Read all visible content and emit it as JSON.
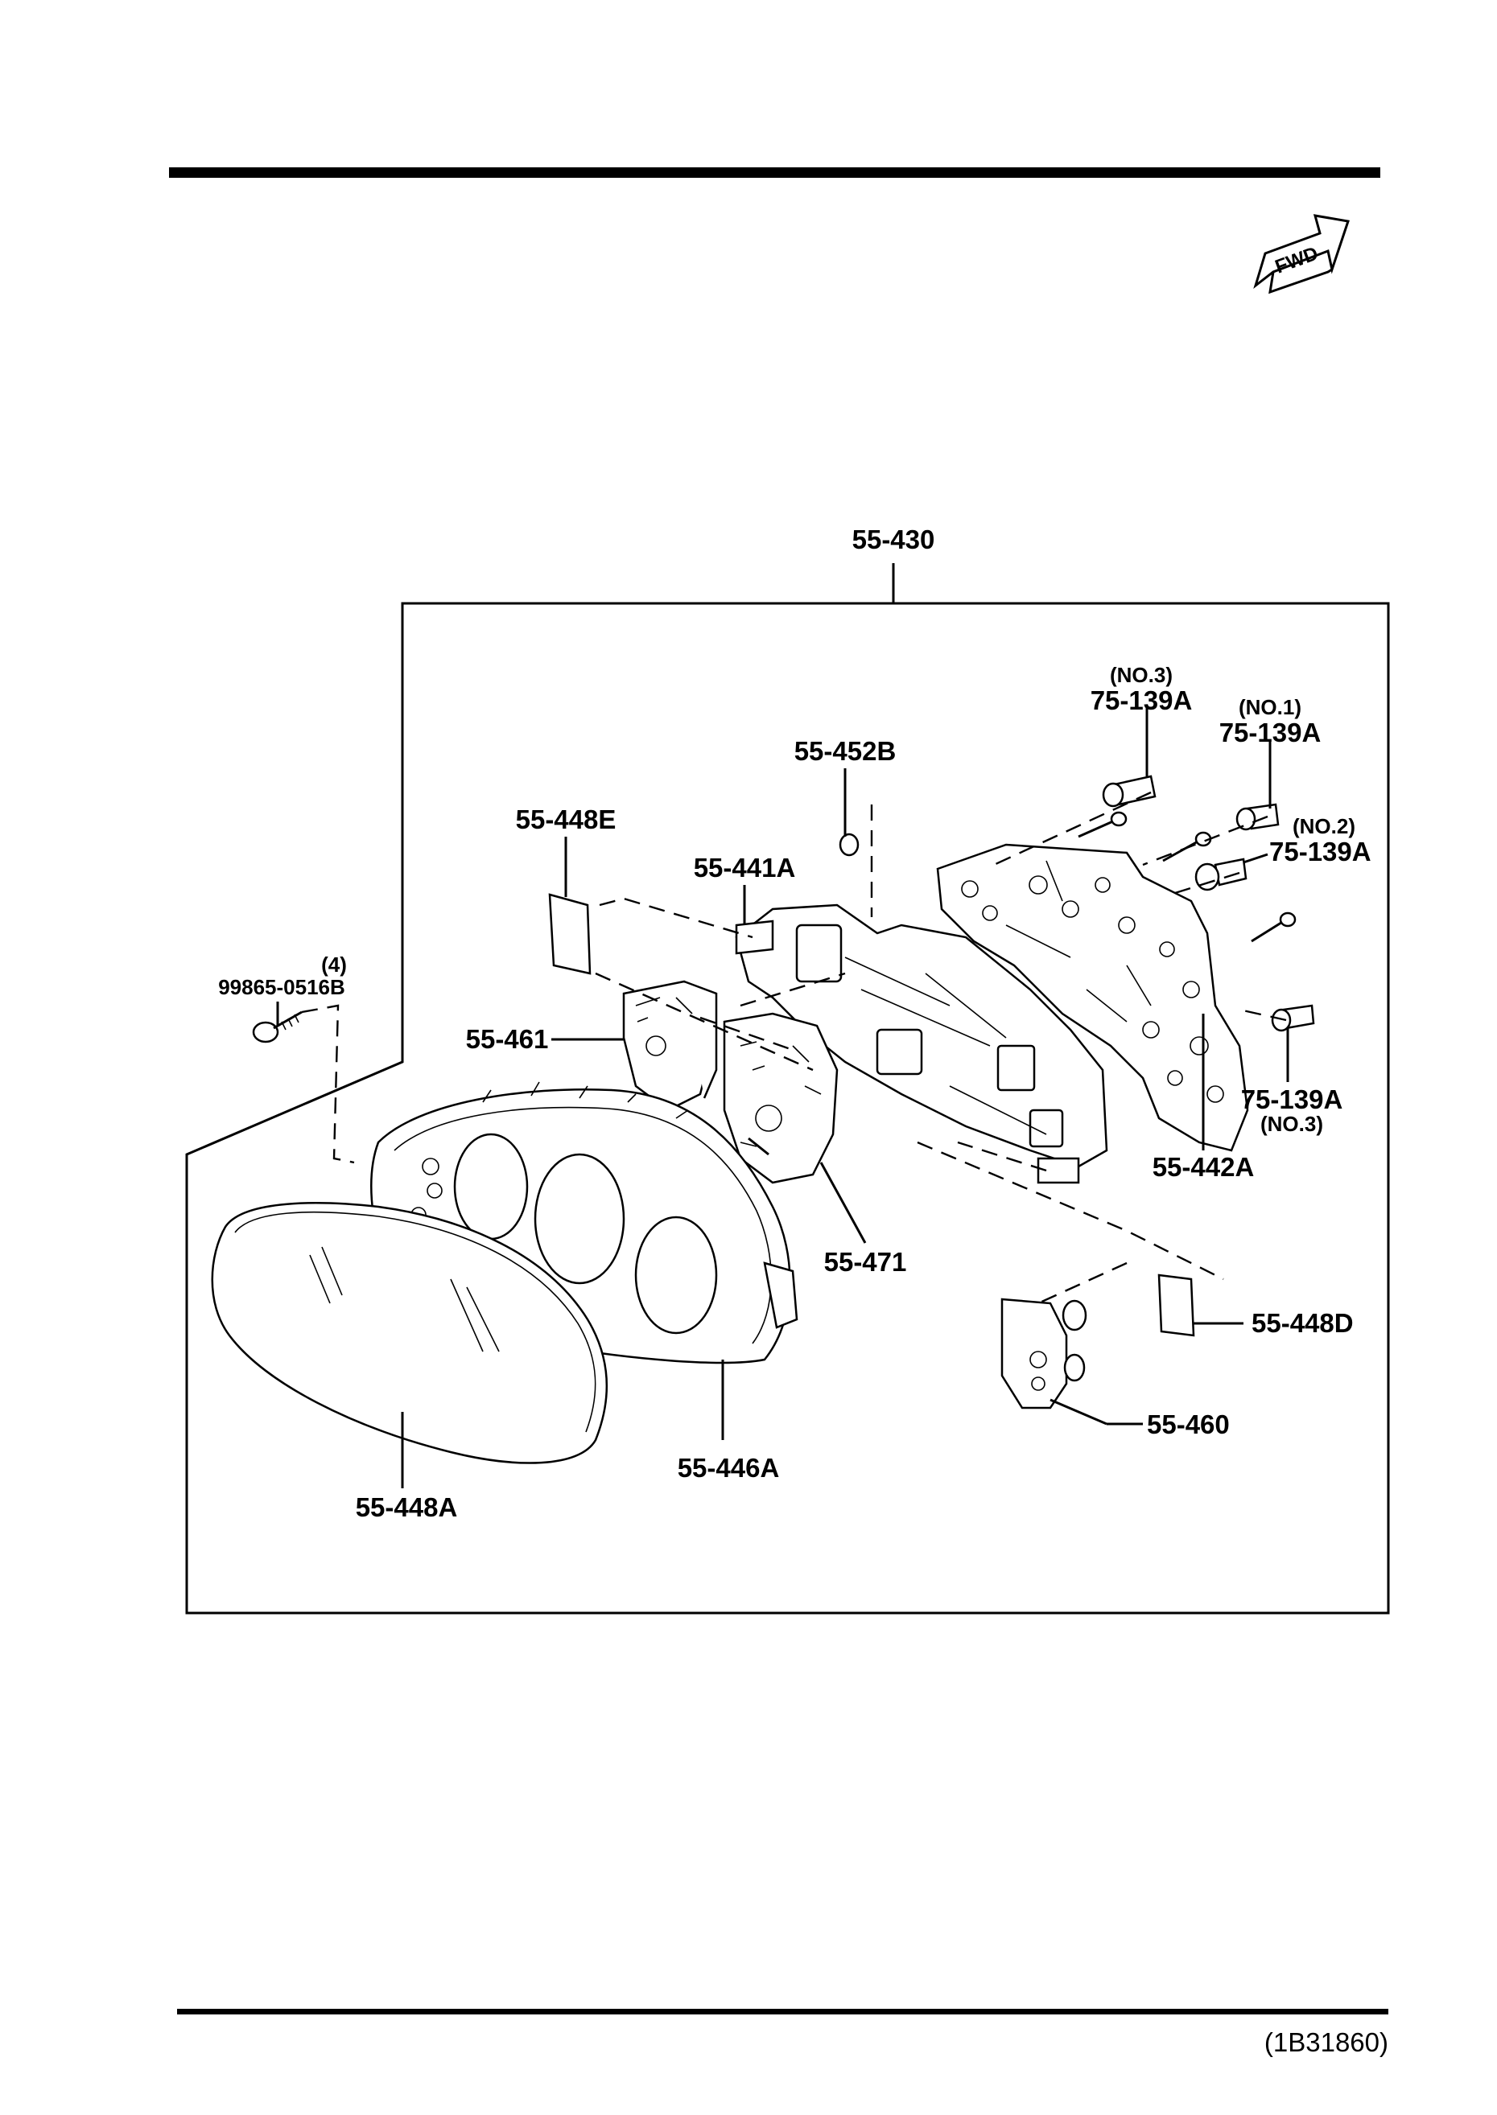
{
  "fwd_mark": "FWD",
  "assembly": {
    "label": "55-430"
  },
  "parts": {
    "bulb_no3_top": {
      "note": "(NO.3)",
      "label": "75-139A"
    },
    "bulb_no1": {
      "note": "(NO.1)",
      "label": "75-139A"
    },
    "bulb_no2": {
      "note": "(NO.2)",
      "label": "75-139A"
    },
    "bulb_no3_bottom": {
      "note": "(NO.3)",
      "label": "75-139A"
    },
    "lens_cap": {
      "label": "55-452B"
    },
    "plate_e": {
      "label": "55-448E"
    },
    "bracket": {
      "label": "55-441A"
    },
    "screw": {
      "qty": "(4)",
      "label": "99865-0516B"
    },
    "gauge_left": {
      "label": "55-461"
    },
    "printed_circuit": {
      "label": "55-442A"
    },
    "speedometer": {
      "label": "55-471"
    },
    "plate_d": {
      "label": "55-448D"
    },
    "gauge_right": {
      "label": "55-460"
    },
    "housing": {
      "label": "55-446A"
    },
    "glass": {
      "label": "55-448A"
    }
  },
  "reference_code": "(1B31860)"
}
